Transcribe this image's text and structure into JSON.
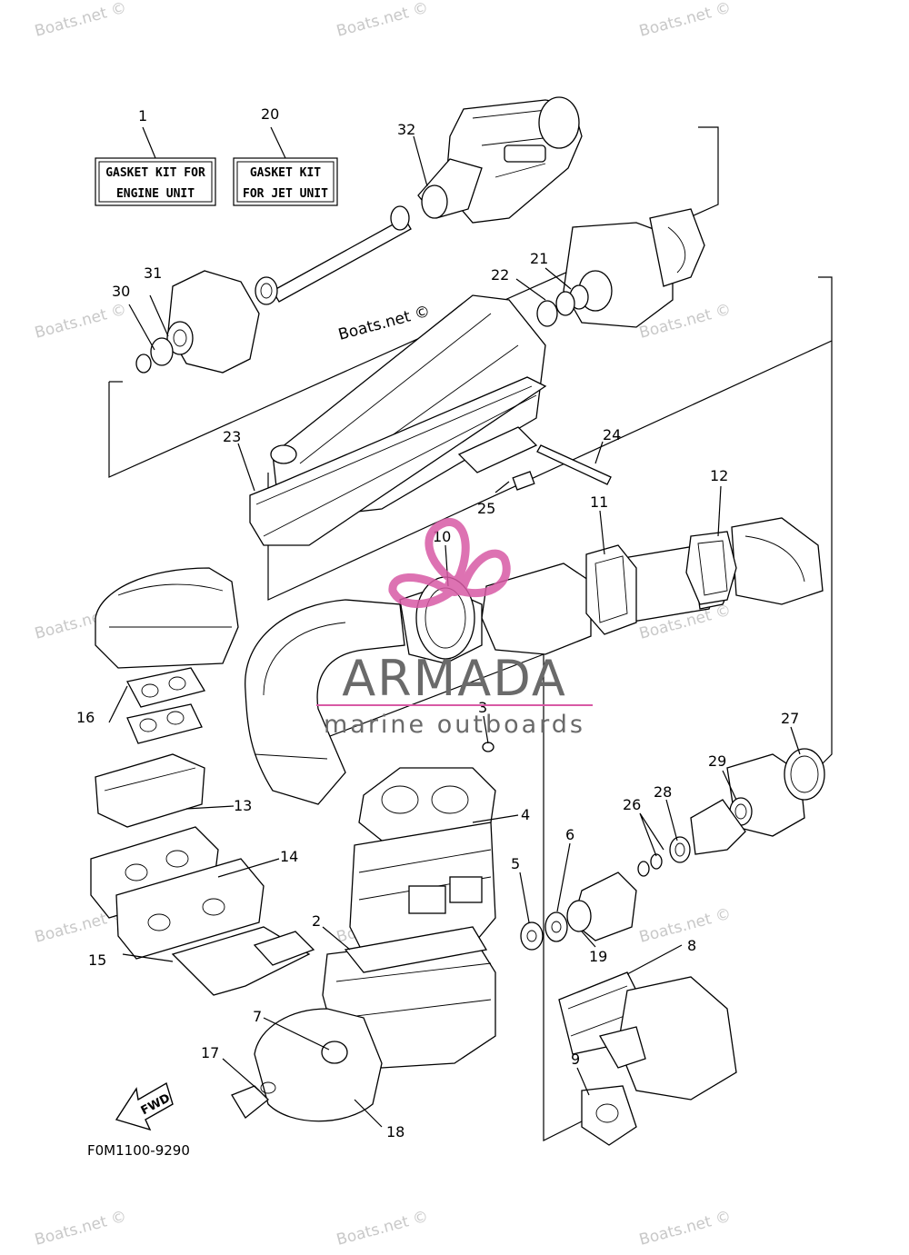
{
  "diagram": {
    "code": "F0M1100-9290",
    "kit_boxes": [
      {
        "number": "1",
        "line1": "GASKET KIT FOR",
        "line2": "ENGINE UNIT"
      },
      {
        "number": "20",
        "line1": "GASKET KIT",
        "line2": "FOR JET UNIT"
      }
    ],
    "callouts": [
      "2",
      "3",
      "4",
      "5",
      "6",
      "7",
      "8",
      "9",
      "10",
      "11",
      "12",
      "13",
      "14",
      "15",
      "16",
      "17",
      "18",
      "19",
      "21",
      "22",
      "23",
      "24",
      "25",
      "26",
      "27",
      "28",
      "29",
      "30",
      "31",
      "32"
    ],
    "fwd_label": "FWD"
  },
  "watermark": {
    "text": "Boats.net ©",
    "brand_name": "ARMADA",
    "brand_tagline": "marine outboards"
  },
  "colors": {
    "brand_pink": "#d85aa5",
    "brand_gray": "#6a6a6a",
    "watermark_gray": "#c8c8c8"
  }
}
